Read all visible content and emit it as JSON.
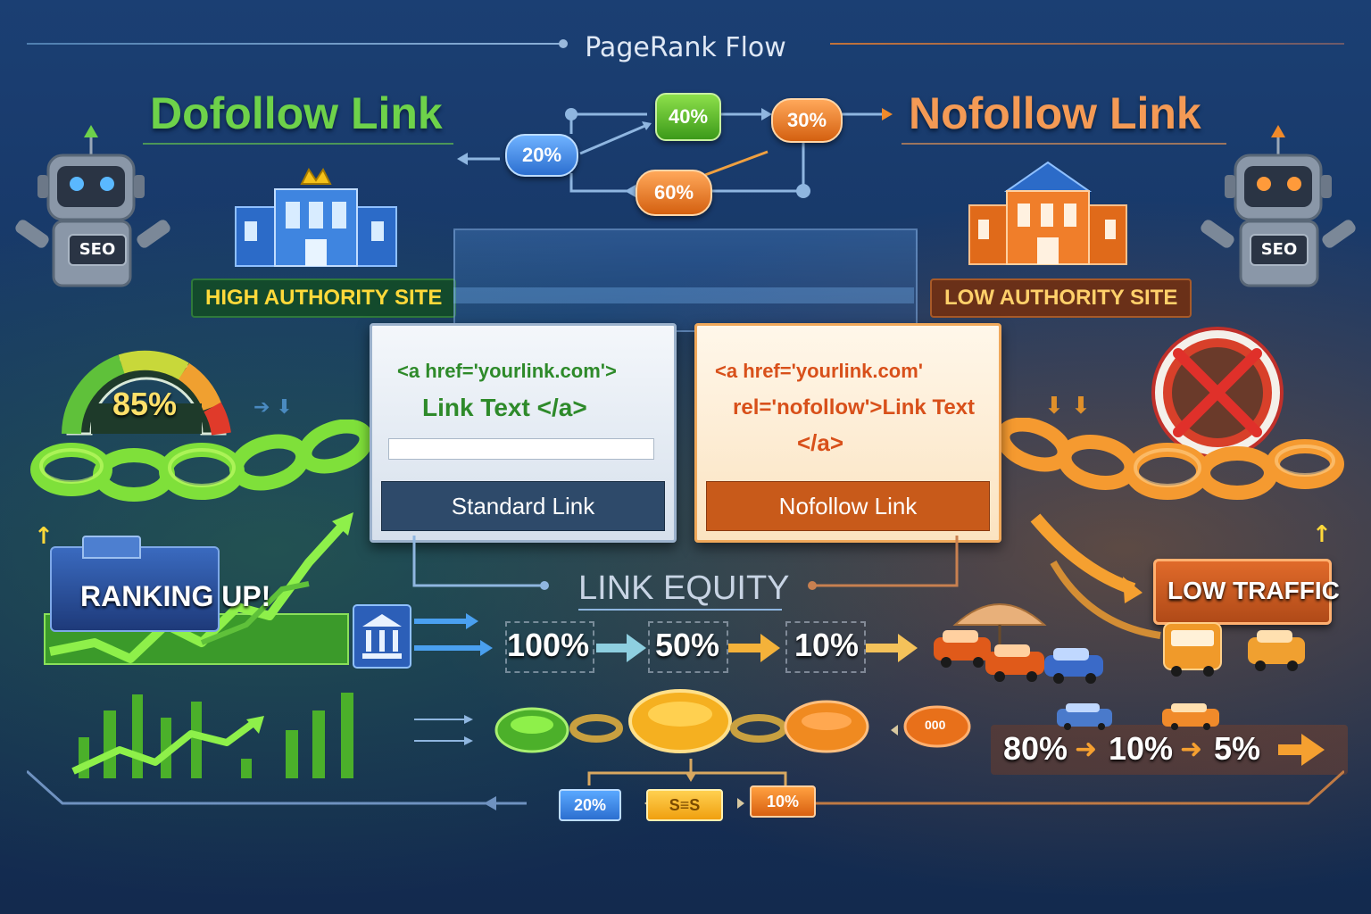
{
  "header": {
    "title": "PageRank Flow"
  },
  "left": {
    "title": "Dofollow Link",
    "robot_label": "SEO",
    "site_badge": "HIGH AUTHORITY SITE",
    "gauge_value": "85%",
    "ranking_label": "RANKING UP!"
  },
  "right": {
    "title": "Nofollow Link",
    "robot_label": "SEO",
    "site_badge": "LOW AUTHORITY SITE",
    "traffic_label": "LOW TRAFFIC"
  },
  "flow": {
    "pills": [
      "20%",
      "40%",
      "30%",
      "60%"
    ]
  },
  "standard_panel": {
    "line1": "<a href='yourlink.com'>",
    "line2": "Link Text </a>",
    "footer": "Standard Link"
  },
  "nofollow_panel": {
    "line1": "<a href='yourlink.com'",
    "line2": "rel='nofollow'>Link Text",
    "line3": "</a>",
    "footer": "Nofollow Link"
  },
  "equity": {
    "label": "LINK EQUITY",
    "steps": [
      "100%",
      "50%",
      "10%"
    ]
  },
  "traffic_steps": [
    "80%",
    "10%",
    "5%"
  ],
  "coin_label": "000",
  "bottom_boxes": [
    "20%",
    "S≡S",
    "10%"
  ],
  "colors": {
    "green": "#5fc13a",
    "orange": "#f08a2a",
    "blue": "#3b7fc8"
  }
}
